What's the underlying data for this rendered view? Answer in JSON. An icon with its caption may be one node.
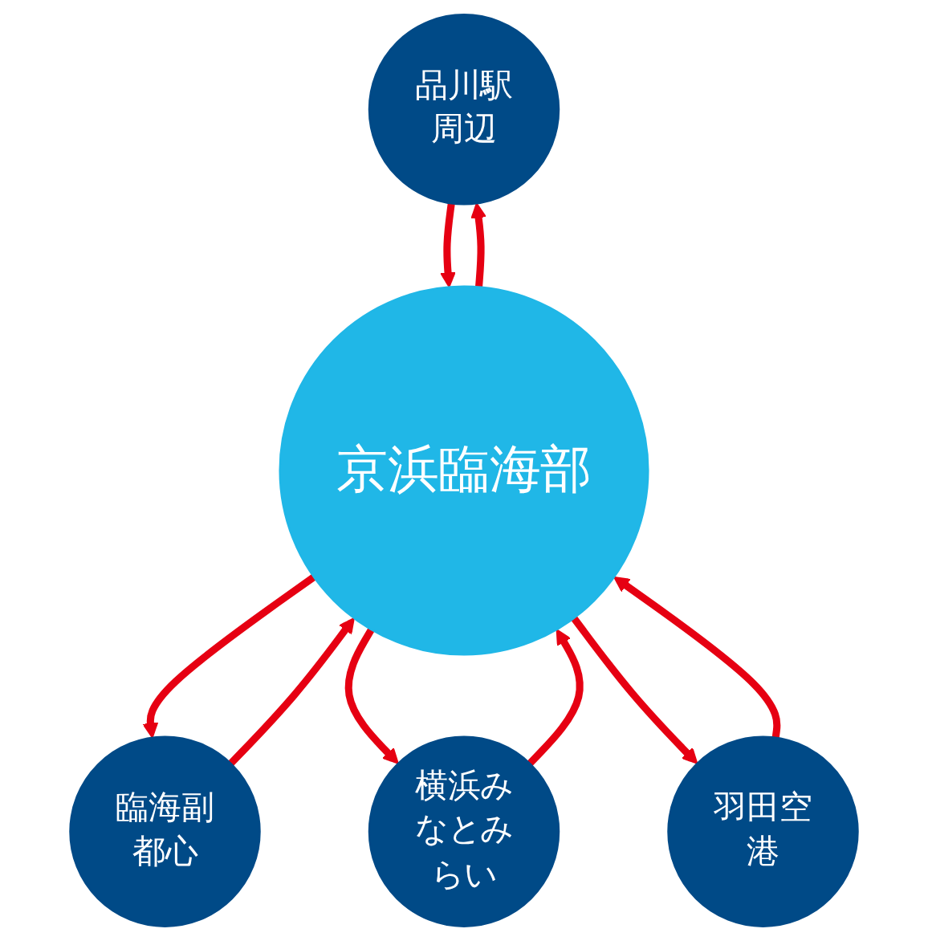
{
  "diagram": {
    "nodes": [
      {
        "text": [
          "品川駅周辺"
        ]
      },
      {
        "text": [
          "臨海副都心"
        ]
      },
      {
        "text": [
          "京浜臨海部"
        ]
      },
      {
        "text": [
          "横浜みなとみらい"
        ]
      },
      {
        "text": [
          "羽田空港"
        ]
      }
    ],
    "edges": [
      {
        "from": 0,
        "to": 2,
        "arrow": "to"
      },
      {
        "from": 2,
        "to": 0,
        "arrow": "to"
      },
      {
        "from": 1,
        "to": 2,
        "arrow": "to"
      },
      {
        "from": 2,
        "to": 1,
        "arrow": "to"
      },
      {
        "from": 2,
        "to": 3,
        "arrow": "to"
      },
      {
        "from": 3,
        "to": 2,
        "arrow": "to"
      },
      {
        "from": 2,
        "to": 4,
        "arrow": "to"
      },
      {
        "from": 4,
        "to": 2,
        "arrow": "to"
      }
    ]
  }
}
